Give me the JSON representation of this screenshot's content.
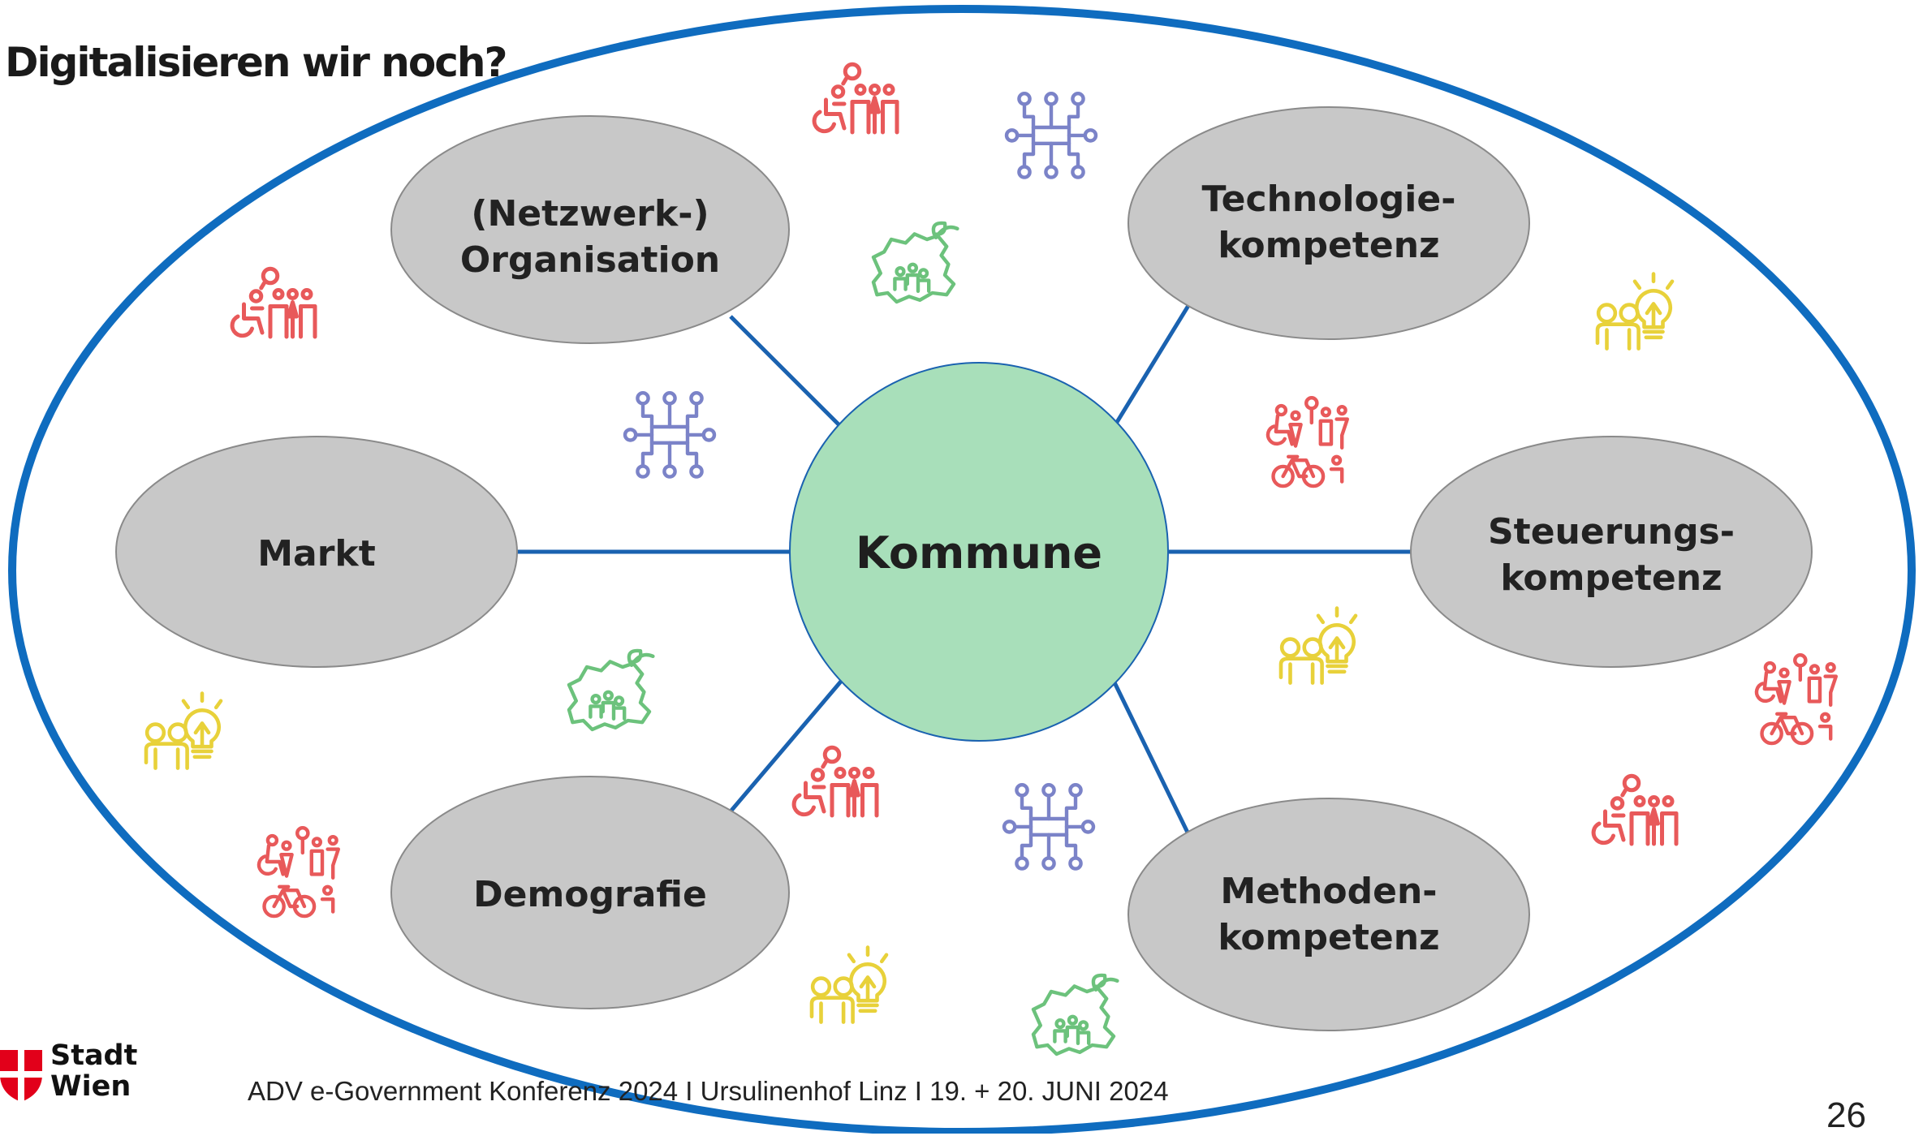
{
  "title": "Digitalisieren wir noch?",
  "center": "Kommune",
  "nodes": {
    "netzwerk": [
      "(Netzwerk-)",
      "Organisation"
    ],
    "technologie": [
      "Technologie-",
      "kompetenz"
    ],
    "markt": [
      "Markt"
    ],
    "steuerung": [
      "Steuerungs-",
      "kompetenz"
    ],
    "demografie": [
      "Demografie"
    ],
    "methoden": [
      "Methoden-",
      "kompetenz"
    ]
  },
  "footer": "ADV e-Government Konferenz 2024 I Ursulinenhof Linz I 19. + 20. JUNI 2024",
  "page_number": "26",
  "logo": {
    "line1": "Stadt",
    "line2": "Wien"
  },
  "colors": {
    "outer_ring": "#0f6cbf",
    "connector": "#1a62b0",
    "center_fill": "#a8dfba",
    "node_fill": "#c8c8c8",
    "people_icon": "#e8595a",
    "network_icon": "#7b83c8",
    "map_icon": "#6cc27c",
    "idea_icon": "#e8d13a",
    "logo_red": "#e2001a"
  },
  "icons": [
    "people-icon",
    "network-icon",
    "map-icon",
    "idea-icon",
    "mobility-icon"
  ]
}
